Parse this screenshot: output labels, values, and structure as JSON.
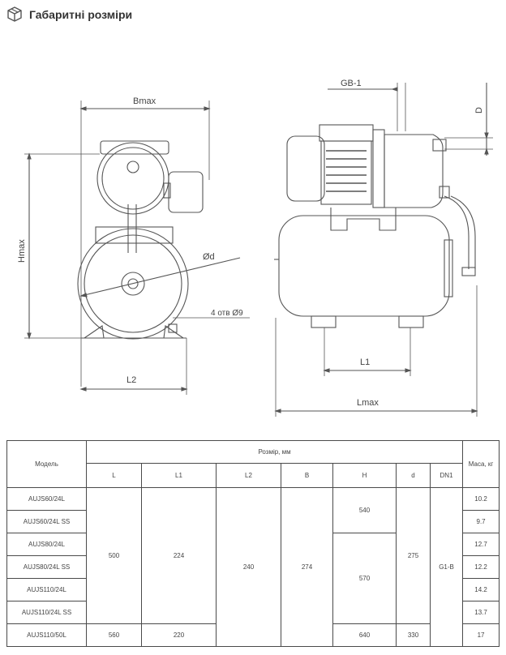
{
  "header": {
    "title": "Габаритні розміри",
    "icon": "package-box-icon"
  },
  "drawing": {
    "labels": {
      "bmax": "Bmax",
      "hmax": "Hmax",
      "d_diameter": "Ød",
      "holes": "4 отв Ø9",
      "l2": "L2",
      "gb1": "GB-1",
      "d": "D",
      "l1": "L1",
      "lmax": "Lmax"
    }
  },
  "table": {
    "headers": {
      "model": "Модель",
      "size": "Розмір, мм",
      "mass": "Маса, кг",
      "columns": [
        "L",
        "L1",
        "L2",
        "B",
        "H",
        "d",
        "DN1"
      ]
    },
    "rows": [
      {
        "model": "AUJS60/24L",
        "mass": "10.2"
      },
      {
        "model": "AUJS60/24L SS",
        "mass": "9.7"
      },
      {
        "model": "AUJS80/24L",
        "mass": "12.7"
      },
      {
        "model": "AUJS80/24L SS",
        "mass": "12.2"
      },
      {
        "model": "AUJS110/24L",
        "mass": "14.2"
      },
      {
        "model": "AUJS110/24L SS",
        "mass": "13.7"
      },
      {
        "model": "AUJS110/50L",
        "mass": "17"
      }
    ],
    "merged": {
      "L_group": "500",
      "L1_group": "224",
      "L2_all": "240",
      "B_all": "274",
      "H_group1": "540",
      "H_group2": "570",
      "d_group": "275",
      "DN1_all": "G1-B"
    },
    "last": {
      "L": "560",
      "L1": "220",
      "H": "640",
      "d": "330"
    }
  }
}
